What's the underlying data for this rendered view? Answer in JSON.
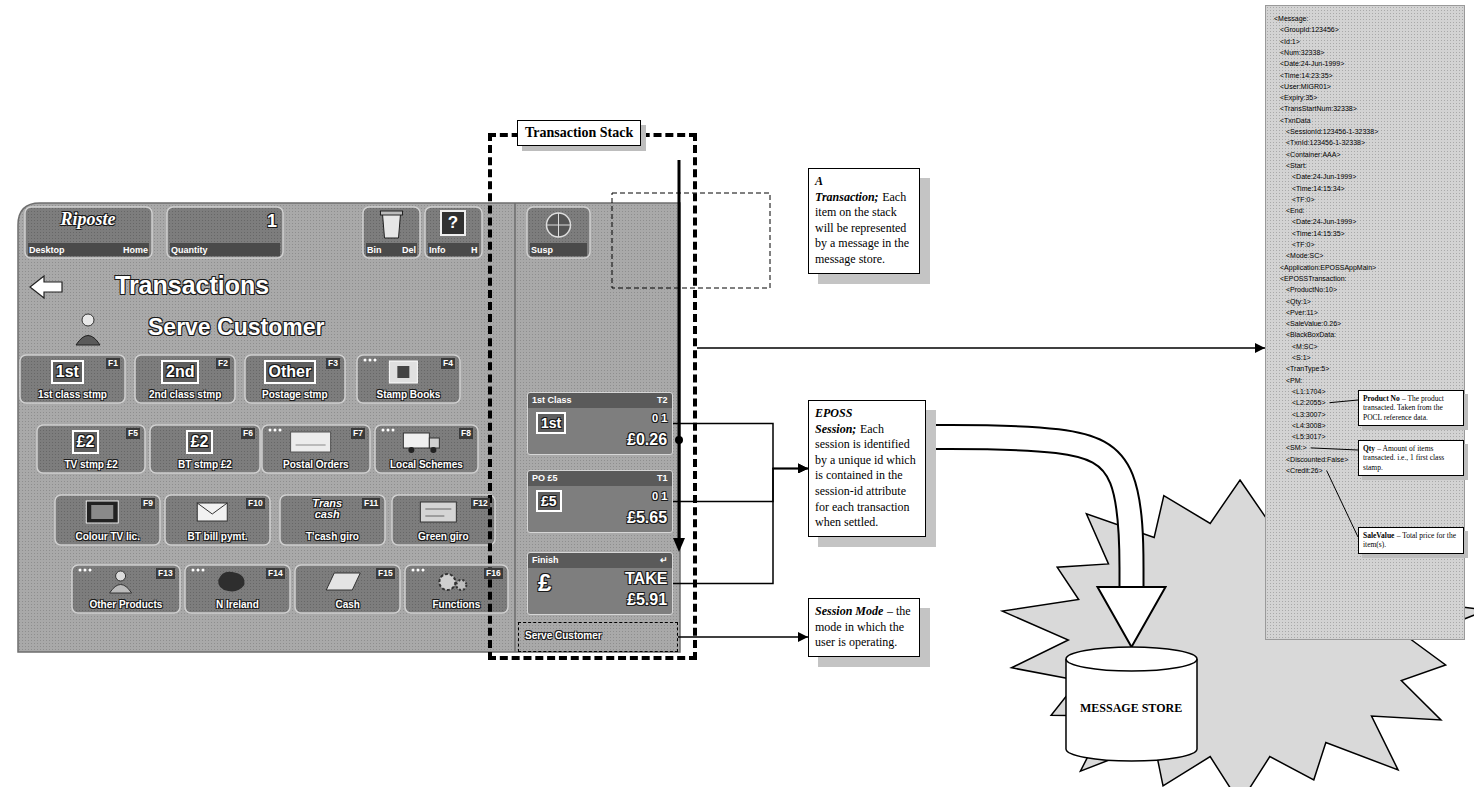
{
  "diagram": {
    "nodes": [
      {
        "text": [
          "Transaction Stack"
        ]
      },
      {
        "text": [
          "1st Class",
          "T2",
          "1st",
          "0 1",
          "£0.26"
        ],
        "in": 0
      },
      {
        "text": [
          "PO £5",
          "T1",
          "£5",
          "0 1",
          "£5.65"
        ],
        "in": 0
      },
      {
        "text": [
          "Finish",
          "↵",
          "£",
          "TAKE",
          "£5.91"
        ],
        "in": 0
      },
      {
        "text": [
          "Serve Customer"
        ],
        "in": 0
      },
      {
        "text": [
          "A Transaction;",
          "Each item on the stack will be represented by a message in the message store."
        ]
      },
      {
        "text": [
          "EPOSS Session;",
          "Each session is identified by a unique id which is contained in the session-id attribute for each transaction when settled."
        ]
      },
      {
        "text": [
          "Session Mode",
          "– the mode in which the user is operating."
        ]
      },
      {
        "text": [
          "<Message:",
          "<GroupId:123456>",
          "<Id:1>",
          "<Num:32338>",
          "<Date:24-Jun-1999>",
          "<Time:14:23:35>",
          "<User:MIGR01>",
          "<Expiry:35>",
          "<TransStartNum:32338>",
          "<TxnData",
          "<SessionId:123456-1-32338>",
          "<TxnId:123456-1-32338>",
          "<Container:AAA>",
          "<Start:",
          "<Date:24-Jun-1999>",
          "<Time:14:15:34>",
          "<TF:0>",
          "<End:",
          "<Date:24-Jun-1999>",
          "<Time:14:15:35>",
          "<TF:0>",
          "<Mode:SC>",
          "<Application:EPOSSAppMain>",
          "<EPOSSTransaction:",
          "<ProductNo:10>",
          "<Qty:1>",
          "<Pver:11>",
          "<SaleValue:0.26>",
          "<BlackBoxData:",
          "<M:SC>",
          "<S:1>",
          "<TranType:5>",
          "<PM:",
          "<L1:1704>",
          "<L2:2055>",
          "<L3:3007>",
          "<L4:3008>",
          "<L5:3017>",
          "<SM:>",
          "<Discounted:False>",
          "<Credit:26>"
        ]
      },
      {
        "text": [
          "Product No",
          "– The product transacted. Taken from the POCL reference data."
        ]
      },
      {
        "text": [
          "Qty",
          "– Amount of items transacted. i.e., 1 first class stamp."
        ]
      },
      {
        "text": [
          "SaleValue",
          "– Total price for the item(s)."
        ]
      },
      {
        "text": [
          "MESSAGE STORE"
        ]
      }
    ],
    "edges": [
      {
        "from": 1,
        "to": 6,
        "arrow": "to"
      },
      {
        "from": 2,
        "to": 6,
        "arrow": "to"
      },
      {
        "from": 3,
        "to": 6,
        "arrow": "to"
      },
      {
        "from": 0,
        "to": 8,
        "arrow": "to"
      },
      {
        "from": 4,
        "to": 7,
        "arrow": "to"
      },
      {
        "from": 6,
        "to": 12,
        "arrow": "to"
      }
    ],
    "labels": [
      "Riposte",
      "Desktop",
      "Home",
      "1",
      "Quantity",
      "Bin",
      "Del",
      "?",
      "Info",
      "H",
      "Susp",
      "Transactions",
      "Serve Customer",
      "1st",
      "F1",
      "1st class stmp",
      "2nd",
      "F2",
      "2nd class stmp",
      "Other",
      "F3",
      "Postage stmp",
      "F4",
      "Stamp Books",
      "£2",
      "F5",
      "TV stmp £2",
      "£2",
      "F6",
      "BT stmp £2",
      "F7",
      "Postal Orders",
      "F8",
      "Local Schemes",
      "F9",
      "Colour TV lic.",
      "F10",
      "BT bill pymt.",
      "Trans cash",
      "F11",
      "T'cash giro",
      "F12",
      "Green giro",
      "F13",
      "Other Products",
      "F14",
      "N Ireland",
      "F15",
      "Cash",
      "F16",
      "Functions"
    ]
  }
}
